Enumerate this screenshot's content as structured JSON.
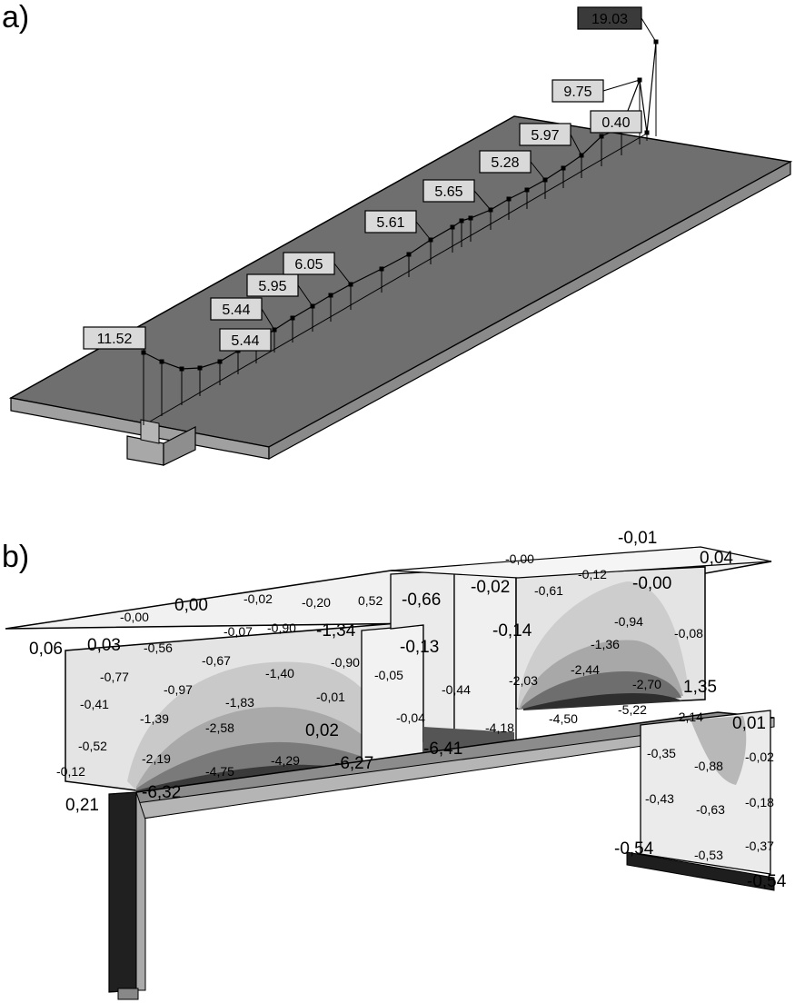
{
  "panel_a": {
    "label": "a)",
    "moment_labels": [
      "11.52",
      "5.44",
      "5.44",
      "5.95",
      "6.05",
      "5.61",
      "5.65",
      "5.28",
      "5.97",
      "0.40",
      "9.75",
      "19.03"
    ]
  },
  "panel_b": {
    "label": "b)",
    "stress_labels": [
      {
        "v": "-0,01",
        "size": "l"
      },
      {
        "v": "0,04",
        "size": "l"
      },
      {
        "v": "-0,00",
        "size": "s"
      },
      {
        "v": "-0,12",
        "size": "s"
      },
      {
        "v": "-0,02",
        "size": "l"
      },
      {
        "v": "-0,61",
        "size": "s"
      },
      {
        "v": "-0,00",
        "size": "l"
      },
      {
        "v": "-0,66",
        "size": "l"
      },
      {
        "v": "0,52",
        "size": "s"
      },
      {
        "v": "-0,20",
        "size": "s"
      },
      {
        "v": "-0,02",
        "size": "s"
      },
      {
        "v": "0,00",
        "size": "l"
      },
      {
        "v": "-0,00",
        "size": "s"
      },
      {
        "v": "-0,94",
        "size": "s"
      },
      {
        "v": "-0,08",
        "size": "s"
      },
      {
        "v": "-0,14",
        "size": "l"
      },
      {
        "v": "-1,36",
        "size": "s"
      },
      {
        "v": "-1,34",
        "size": "l"
      },
      {
        "v": "-0,90",
        "size": "s"
      },
      {
        "v": "-0,07",
        "size": "s"
      },
      {
        "v": "0,06",
        "size": "l"
      },
      {
        "v": "0,03",
        "size": "l"
      },
      {
        "v": "-0,56",
        "size": "s"
      },
      {
        "v": "-0,13",
        "size": "l"
      },
      {
        "v": "-0,67",
        "size": "s"
      },
      {
        "v": "-0,90",
        "size": "s"
      },
      {
        "v": "-2,44",
        "size": "s"
      },
      {
        "v": "-2,03",
        "size": "s"
      },
      {
        "v": "-0,05",
        "size": "s"
      },
      {
        "v": "-0,77",
        "size": "s"
      },
      {
        "v": "-1,40",
        "size": "s"
      },
      {
        "v": "-0,97",
        "size": "s"
      },
      {
        "v": "-2,70",
        "size": "s"
      },
      {
        "v": "1,35",
        "size": "l"
      },
      {
        "v": "-0,44",
        "size": "s"
      },
      {
        "v": "-0,41",
        "size": "s"
      },
      {
        "v": "-1,83",
        "size": "s"
      },
      {
        "v": "-0,01",
        "size": "s"
      },
      {
        "v": "-5,22",
        "size": "s"
      },
      {
        "v": "-1,39",
        "size": "s"
      },
      {
        "v": "-4,50",
        "size": "s"
      },
      {
        "v": "-2,14",
        "size": "s"
      },
      {
        "v": "-2,58",
        "size": "s"
      },
      {
        "v": "-0,04",
        "size": "s"
      },
      {
        "v": "-4,18",
        "size": "s"
      },
      {
        "v": "0,01",
        "size": "l"
      },
      {
        "v": "0,02",
        "size": "l"
      },
      {
        "v": "-0,52",
        "size": "s"
      },
      {
        "v": "-6,41",
        "size": "l"
      },
      {
        "v": "-0,35",
        "size": "s"
      },
      {
        "v": "-0,02",
        "size": "s"
      },
      {
        "v": "-2,19",
        "size": "s"
      },
      {
        "v": "-4,29",
        "size": "s"
      },
      {
        "v": "-6,27",
        "size": "l"
      },
      {
        "v": "-0,88",
        "size": "s"
      },
      {
        "v": "-0,12",
        "size": "s"
      },
      {
        "v": "-4,75",
        "size": "s"
      },
      {
        "v": "-6,32",
        "size": "l"
      },
      {
        "v": "-0,43",
        "size": "s"
      },
      {
        "v": "-0,18",
        "size": "s"
      },
      {
        "v": "0,21",
        "size": "l"
      },
      {
        "v": "-0,63",
        "size": "s"
      },
      {
        "v": "-0,37",
        "size": "s"
      },
      {
        "v": "-0,54",
        "size": "l"
      },
      {
        "v": "-0,53",
        "size": "s"
      },
      {
        "v": "-0,54",
        "size": "l"
      }
    ]
  },
  "colors": {
    "slab_top": "#6e6e6e",
    "slab_side": "#9a9a9a",
    "panel_fill": "#e6e6e6",
    "label_box": "#d9d9d9",
    "label_box_dark": "#3a3a3a",
    "stress_dark": "#1a1a1a"
  }
}
